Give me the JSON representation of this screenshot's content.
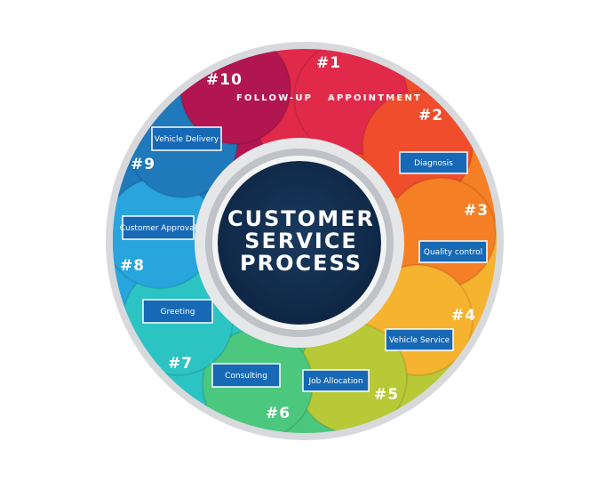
{
  "center": {
    "lines": [
      "CUSTOMER",
      "SERVICE",
      "PROCESS"
    ]
  },
  "stages": [
    {
      "num": "#1",
      "title": "APPOINTMENT",
      "color": "#e12a4a"
    },
    {
      "num": "#2",
      "label": "Diagnosis",
      "color": "#ef4d2b"
    },
    {
      "num": "#3",
      "label": "Quality control",
      "color": "#f57f25"
    },
    {
      "num": "#4",
      "label": "Vehicle Service",
      "color": "#f6b330"
    },
    {
      "num": "#5",
      "label": "Job Allocation",
      "color": "#b7c936"
    },
    {
      "num": "#6",
      "label": "Consulting",
      "color": "#4cc77e"
    },
    {
      "num": "#7",
      "label": "Greeting",
      "color": "#2cc4c3"
    },
    {
      "num": "#8",
      "label": "Customer Approval",
      "color": "#29a5dd"
    },
    {
      "num": "#9",
      "label": "Vehicle Delivery",
      "color": "#1f79bb"
    },
    {
      "num": "#10",
      "title": "FOLLOW-UP",
      "color": "#b11650"
    }
  ]
}
